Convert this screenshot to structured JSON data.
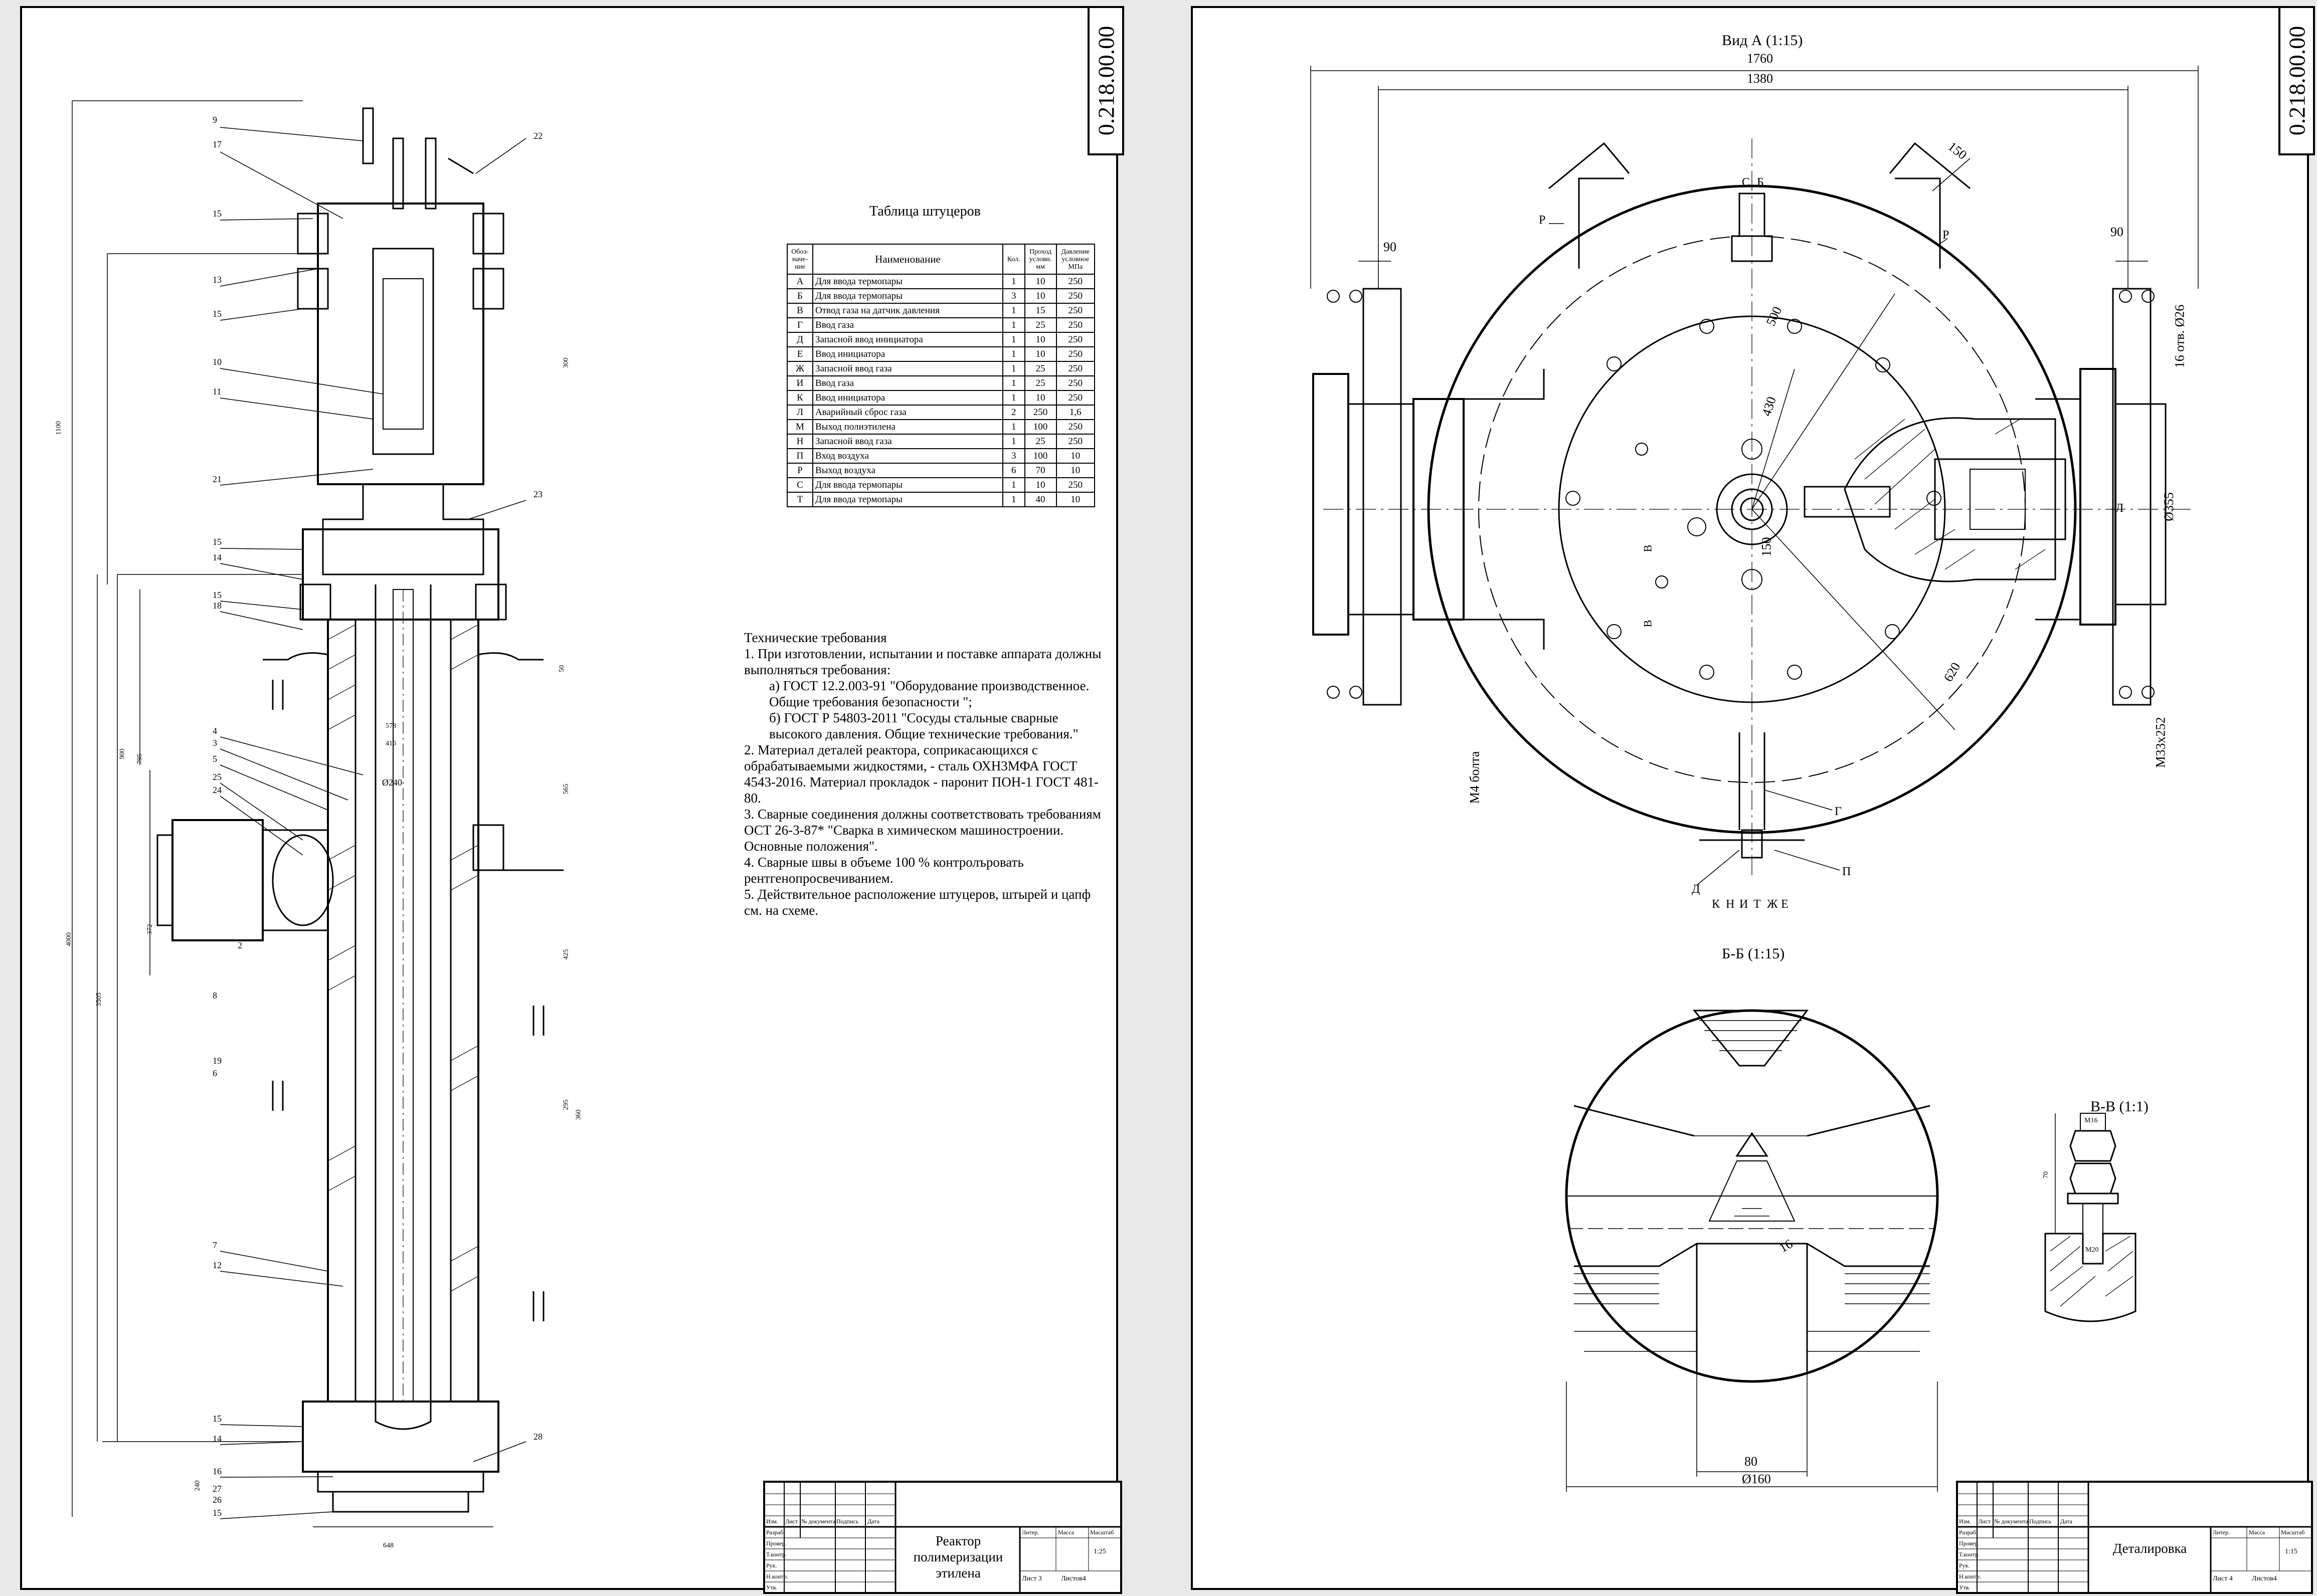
{
  "sheet_code": "0.218.00.00",
  "left_sheet": {
    "part_numbers": [
      "9",
      "17",
      "22",
      "15",
      "13",
      "15",
      "10",
      "11",
      "21",
      "23",
      "15",
      "14",
      "15",
      "18",
      "4",
      "3",
      "5",
      "25",
      "24",
      "2",
      "8",
      "19",
      "6",
      "7",
      "12",
      "15",
      "14",
      "16",
      "27",
      "26",
      "15",
      "28"
    ],
    "fittings_title": "Таблица штуцеров",
    "fittings_headers": {
      "designation": "Обоз-наче-ние",
      "name": "Наименование",
      "qty": "Кол.",
      "bore": "Проход условн. мм",
      "pressure": "Давление условное МПа"
    },
    "fittings": [
      {
        "d": "А",
        "name": "Для ввода термопары",
        "qty": "1",
        "bore": "10",
        "p": "250"
      },
      {
        "d": "Б",
        "name": "Для ввода термопары",
        "qty": "3",
        "bore": "10",
        "p": "250"
      },
      {
        "d": "В",
        "name": "Отвод газа на датчик давления",
        "qty": "1",
        "bore": "15",
        "p": "250"
      },
      {
        "d": "Г",
        "name": "Ввод газа",
        "qty": "1",
        "bore": "25",
        "p": "250"
      },
      {
        "d": "Д",
        "name": "Запасной ввод инициатора",
        "qty": "1",
        "bore": "10",
        "p": "250"
      },
      {
        "d": "Е",
        "name": "Ввод инициатора",
        "qty": "1",
        "bore": "10",
        "p": "250"
      },
      {
        "d": "Ж",
        "name": "Запасной ввод газа",
        "qty": "1",
        "bore": "25",
        "p": "250"
      },
      {
        "d": "И",
        "name": "Ввод газа",
        "qty": "1",
        "bore": "25",
        "p": "250"
      },
      {
        "d": "К",
        "name": "Ввод инициатора",
        "qty": "1",
        "bore": "10",
        "p": "250"
      },
      {
        "d": "Л",
        "name": "Аварийный сброс газа",
        "qty": "2",
        "bore": "250",
        "p": "1,6"
      },
      {
        "d": "М",
        "name": "Выход полиэтилена",
        "qty": "1",
        "bore": "100",
        "p": "250"
      },
      {
        "d": "Н",
        "name": "Запасной ввод газа",
        "qty": "1",
        "bore": "25",
        "p": "250"
      },
      {
        "d": "П",
        "name": "Вход воздуха",
        "qty": "3",
        "bore": "100",
        "p": "10"
      },
      {
        "d": "Р",
        "name": "Выход воздуха",
        "qty": "6",
        "bore": "70",
        "p": "10"
      },
      {
        "d": "С",
        "name": "Для ввода термопары",
        "qty": "1",
        "bore": "10",
        "p": "250"
      },
      {
        "d": "Т",
        "name": "Для ввода термопары",
        "qty": "1",
        "bore": "40",
        "p": "10"
      }
    ],
    "tech_title": "Технические требования",
    "tech_lines": [
      "1.  При изготовлении, испытании и поставке аппарата должны выполняться требования:",
      "а) ГОСТ 12.2.003-91 \"Оборудование производственное. Общие требования безопасности \";",
      "б) ГОСТ Р 54803-2011 \"Сосуды стальные сварные высокого давления. Общие технические требования.\"",
      "2.  Материал деталей реактора, соприкасающихся с обрабатываемыми жидкостями, - сталь ОХН3МФА ГОСТ 4543-2016. Материал прокладок - паронит ПОН-1 ГОСТ 481-80.",
      "3.  Сварные соединения должны соответствовать требованиям ОСТ 26-3-87* \"Сварка в химическом машиностроении. Основные положения\".",
      "4.  Сварные швы в объеме 100 % контролъровать рентгенопросвечиванием.",
      "5.  Действительное расположение штуцеров, штырей и цапф см. на схеме."
    ],
    "dims": {
      "d1100": "1100",
      "d4000": "4000",
      "d3505": "3505",
      "d795": "795",
      "d900": "900",
      "d372": "372",
      "d565": "565",
      "d425": "425",
      "d648": "648",
      "d240": "240",
      "d300": "300",
      "d578": "578",
      "d416": "416",
      "d240o": "Ø240",
      "d50": "50",
      "d295": "295",
      "d360": "360"
    },
    "stamp": {
      "title": "Реактор полимеризации этилена",
      "scale": "1:25",
      "sheet": "Лист 3",
      "sheets": "Листов4",
      "cols": [
        "Изм.",
        "Лист",
        "№ документа",
        "Подпись",
        "Дата"
      ],
      "rows": [
        "Разраб.",
        "Провер.",
        "Т.контр.",
        "Рук.",
        "Н.контр.",
        "Утв."
      ],
      "heads": [
        "Литер.",
        "Масса",
        "Масштаб"
      ]
    }
  },
  "right_sheet": {
    "view_a_title": "Вид А (1:15)",
    "view_a_dims": {
      "w1760": "1760",
      "w1380": "1380",
      "w90l": "90",
      "w90r": "90",
      "d150": "150",
      "d500": "500",
      "d430": "430",
      "d150b": "150",
      "d620": "620",
      "d355": "Ø355",
      "holes": "16 отв. Ø26",
      "bolt": "М33х252",
      "m4": "М4 болта"
    },
    "view_a_letters": [
      "С",
      "Б",
      "Р",
      "Р",
      "Л",
      "Г",
      "П",
      "Д",
      "К",
      "Н",
      "И",
      "Т",
      "Ж",
      "Е",
      "В",
      "В"
    ],
    "section_bb_title": "Б-Б (1:15)",
    "section_bb_dims": {
      "d16": "16",
      "d80": "80",
      "d160": "Ø160"
    },
    "section_vv_title": "В-В (1:1)",
    "section_vv_dims": {
      "m16": "М16",
      "m20": "М20",
      "d70": "70"
    },
    "stamp": {
      "title": "Деталировка",
      "scale": "1:15",
      "sheet": "Лист 4",
      "sheets": "Листов4",
      "cols": [
        "Изм.",
        "Лист",
        "№ документа",
        "Подпись",
        "Дата"
      ],
      "rows": [
        "Разраб.",
        "Провер.",
        "Т.контр.",
        "Рук.",
        "Н.контр.",
        "Утв."
      ],
      "heads": [
        "Литер.",
        "Масса",
        "Масштаб"
      ]
    }
  }
}
